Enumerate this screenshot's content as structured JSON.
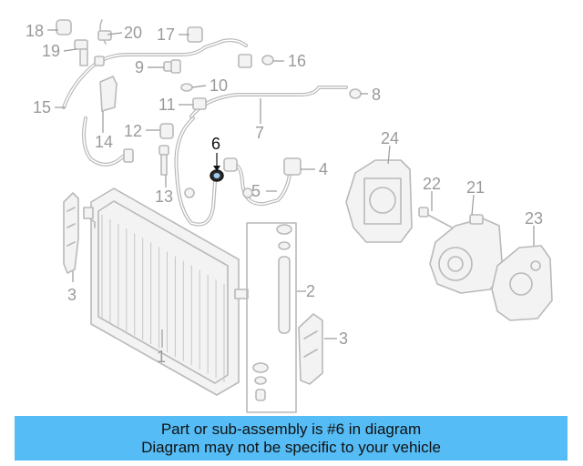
{
  "callouts": {
    "c1": "1",
    "c2": "2",
    "c3a": "3",
    "c3b": "3",
    "c4": "4",
    "c5": "5",
    "c6": "6",
    "c7": "7",
    "c8": "8",
    "c9": "9",
    "c10": "10",
    "c11": "11",
    "c12": "12",
    "c13": "13",
    "c14": "14",
    "c15": "15",
    "c16": "16",
    "c17": "17",
    "c18": "18",
    "c19": "19",
    "c20": "20",
    "c21": "21",
    "c22": "22",
    "c23": "23",
    "c24": "24"
  },
  "highlighted_part": "6",
  "colors": {
    "banner": "#55bcf5",
    "parts": "#b9b9b9",
    "highlight": "#111111"
  },
  "banner": {
    "line1": "Part or sub-assembly is #6 in diagram",
    "line2": "Diagram may not be specific to your vehicle"
  }
}
